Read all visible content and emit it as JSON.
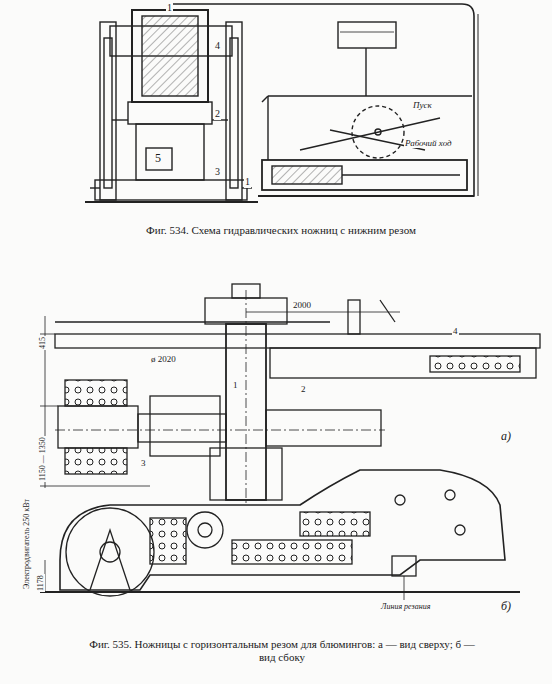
{
  "diagram": {
    "labels": [
      "1",
      "4",
      "2",
      "5",
      "3",
      "1",
      "Пуск",
      "Рабочий ход",
      "Фиг. 534. Схема гидравлических ножниц с нижним резом",
      "2000",
      "ø 2020",
      "415",
      "1150 — 1350",
      "1",
      "2",
      "3",
      "4",
      "а)",
      "Электродвигатель 250 кВт",
      "1178",
      "б)",
      "Линия резания",
      "Фиг. 535. Ножницы с горизонтальным резом для блюмингов: а — вид сверху; б — вид сбоку"
    ]
  }
}
